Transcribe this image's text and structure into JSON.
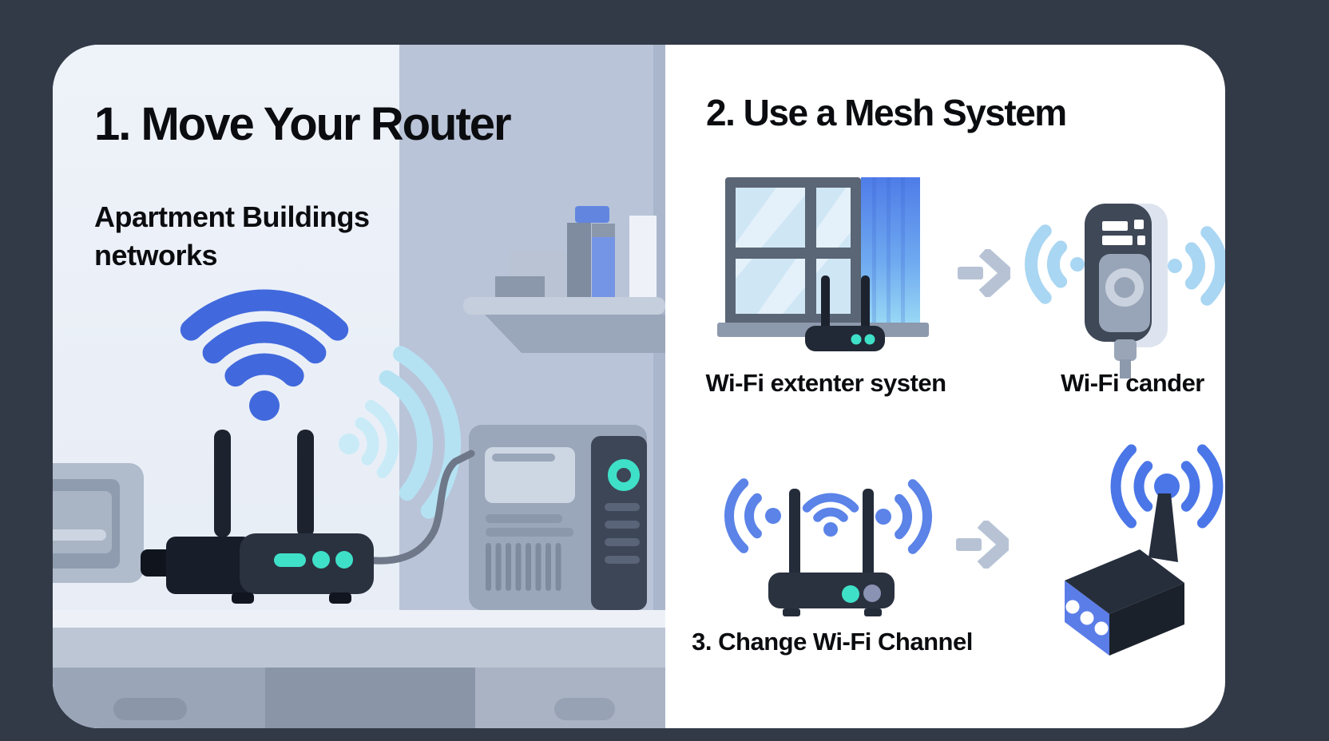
{
  "colors": {
    "background": "#333a47",
    "card": "#ffffff",
    "wall_light": "#ebeff7",
    "wall_shade": "#b9c4d8",
    "wifi_blue": "#4169dd",
    "signal_cyan": "#b8e4f4",
    "device_dark": "#242c3a",
    "led_teal": "#3fe0c8",
    "arrow_gray": "#b7c3d5",
    "accent_blue": "#5b7de8",
    "curtain_top": "#4f7ce8",
    "curtain_bottom": "#9fdef6",
    "text": "#0b0c0f"
  },
  "sections": {
    "step1": {
      "title": "1. Move Your Router",
      "subtitle": "Apartment Buildings networks"
    },
    "step2": {
      "title": "2. Use a Mesh System",
      "captions": [
        {
          "label": "Wi-Fi extenter systen"
        },
        {
          "label": "Wi-Fi cander"
        }
      ]
    },
    "step3": {
      "title": "3. Change Wi-Fi Channel"
    }
  }
}
